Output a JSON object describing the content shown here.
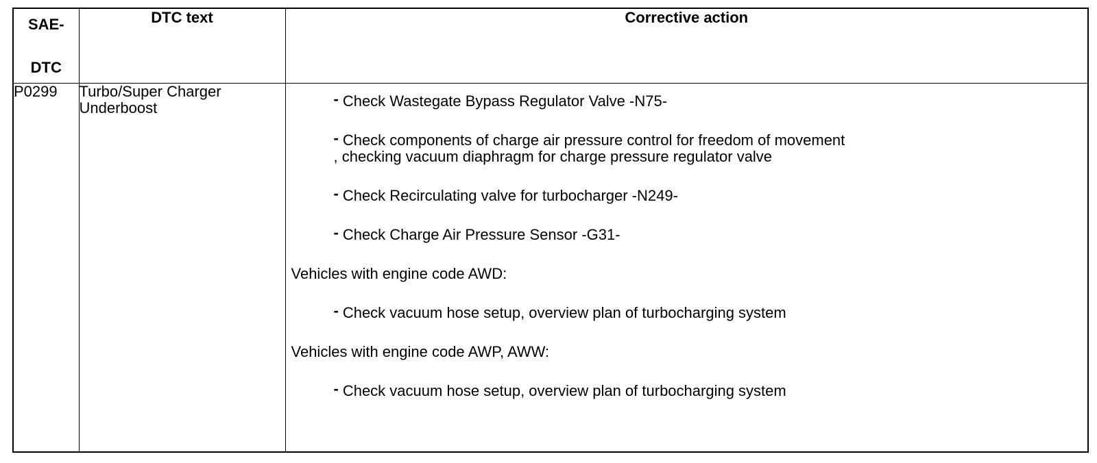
{
  "table": {
    "headers": {
      "sae_line1": "SAE-",
      "sae_line2": "DTC",
      "dtc_text": "DTC text",
      "corrective_action": "Corrective action"
    },
    "row": {
      "code": "P0299",
      "text": "Turbo/Super Charger Underboost",
      "actions": {
        "a1": "Check Wastegate Bypass Regulator Valve -N75-",
        "a2_line1": "Check components of charge air pressure control for freedom of movement",
        "a2_line2": ", checking vacuum diaphragm for charge pressure regulator valve",
        "a3": "Check Recirculating valve for turbocharger -N249-",
        "a4": "Check Charge Air Pressure Sensor -G31-",
        "cond1": "Vehicles with engine code AWD:",
        "a5": "Check vacuum hose setup, overview plan of turbocharging system",
        "cond2": "Vehicles with engine code AWP, AWW:",
        "a6": "Check vacuum hose setup, overview plan of turbocharging system"
      },
      "dash_glyph": "-"
    }
  }
}
